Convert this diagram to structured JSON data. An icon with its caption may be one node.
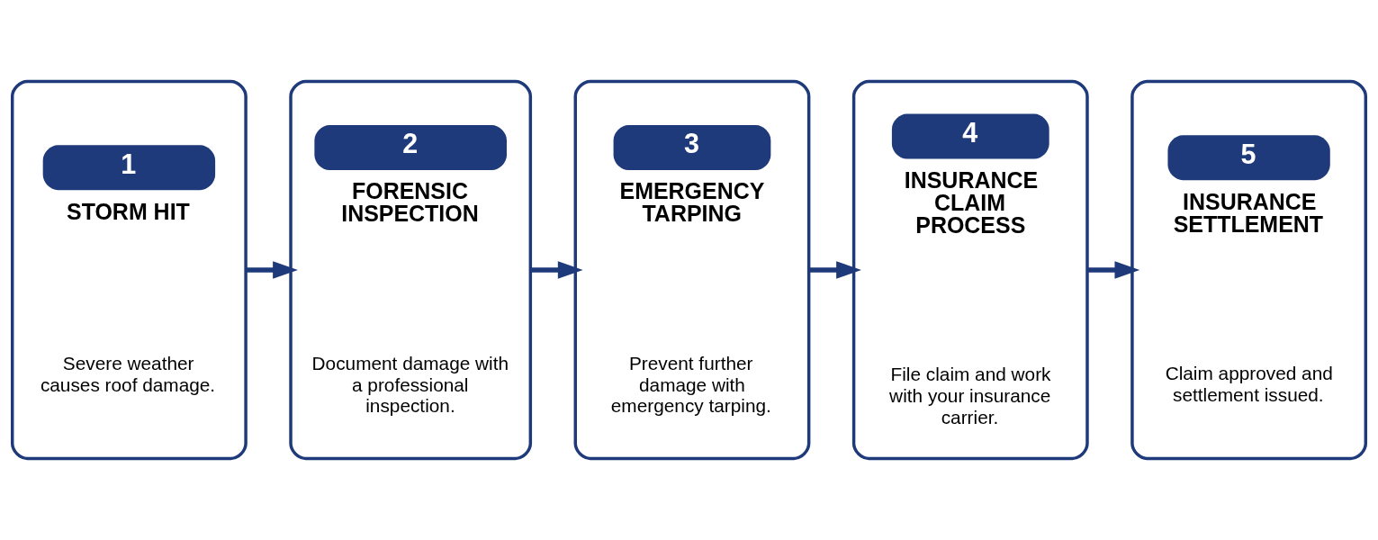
{
  "diagram": {
    "nodes": [
      {
        "text": [
          "1",
          "STORM HIT",
          "Severe weather causes roof damage."
        ]
      },
      {
        "text": [
          "2",
          "FORENSIC INSPECTION",
          "Document damage with a professional inspection."
        ]
      },
      {
        "text": [
          "3",
          "EMERGENCY TARPING",
          "Prevent further damage with emergency tarping."
        ]
      },
      {
        "text": [
          "4",
          "INSURANCE CLAIM PROCESS",
          "File claim and work with your insurance carrier."
        ]
      },
      {
        "text": [
          "5",
          "INSURANCE SETTLEMENT",
          "Claim approved and settlement issued."
        ]
      }
    ],
    "edges": [
      {
        "from": 0,
        "to": 1,
        "arrow": "to"
      },
      {
        "from": 1,
        "to": 2,
        "arrow": "to"
      },
      {
        "from": 2,
        "to": 3,
        "arrow": "to"
      },
      {
        "from": 3,
        "to": 4,
        "arrow": "to"
      }
    ]
  }
}
